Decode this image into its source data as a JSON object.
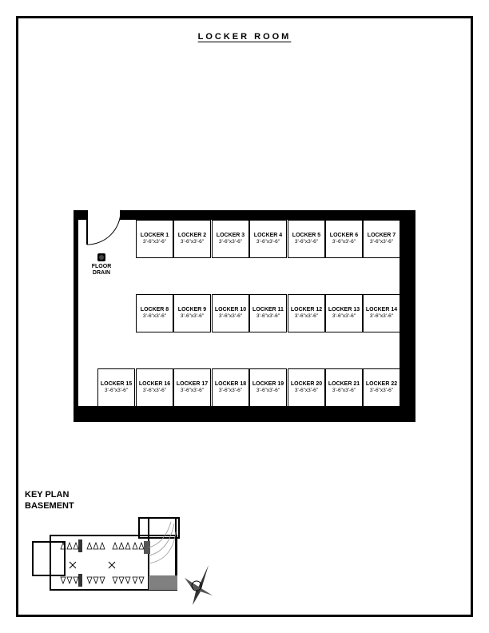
{
  "title": "LOCKER ROOM",
  "floor_drain": {
    "line1": "FLOOR",
    "line2": "DRAIN"
  },
  "lockers": [
    {
      "label": "LOCKER 1",
      "size": "3'-6\"x3'-6\""
    },
    {
      "label": "LOCKER 2",
      "size": "3'-6\"x3'-6\""
    },
    {
      "label": "LOCKER 3",
      "size": "3'-6\"x3'-6\""
    },
    {
      "label": "LOCKER 4",
      "size": "3'-6\"x3'-6\""
    },
    {
      "label": "LOCKER 5",
      "size": "3'-6\"x3'-6\""
    },
    {
      "label": "LOCKER 6",
      "size": "3'-6\"x3'-6\""
    },
    {
      "label": "LOCKER 7",
      "size": "3'-6\"x3'-6\""
    },
    {
      "label": "LOCKER 8",
      "size": "3'-6\"x3'-6\""
    },
    {
      "label": "LOCKER 9",
      "size": "3'-6\"x3'-6\""
    },
    {
      "label": "LOCKER 10",
      "size": "3'-6\"x3'-6\""
    },
    {
      "label": "LOCKER 11",
      "size": "3'-6\"x3'-6\""
    },
    {
      "label": "LOCKER 12",
      "size": "3'-6\"x3'-6\""
    },
    {
      "label": "LOCKER 13",
      "size": "3'-6\"x3'-6\""
    },
    {
      "label": "LOCKER 14",
      "size": "3'-6\"x3'-6\""
    },
    {
      "label": "LOCKER 15",
      "size": "3'-6\"x3'-6\""
    },
    {
      "label": "LOCKER 16",
      "size": "3'-6\"x3'-6\""
    },
    {
      "label": "LOCKER 17",
      "size": "3'-6\"x3'-6\""
    },
    {
      "label": "LOCKER 18",
      "size": "3'-6\"x3'-6\""
    },
    {
      "label": "LOCKER 19",
      "size": "3'-6\"x3'-6\""
    },
    {
      "label": "LOCKER 20",
      "size": "3'-6\"x3'-6\""
    },
    {
      "label": "LOCKER 21",
      "size": "3'-6\"x3'-6\""
    },
    {
      "label": "LOCKER 22",
      "size": "3'-6\"x3'-6\""
    }
  ],
  "key_plan": {
    "line1": "KEY PLAN",
    "line2": "BASEMENT"
  }
}
